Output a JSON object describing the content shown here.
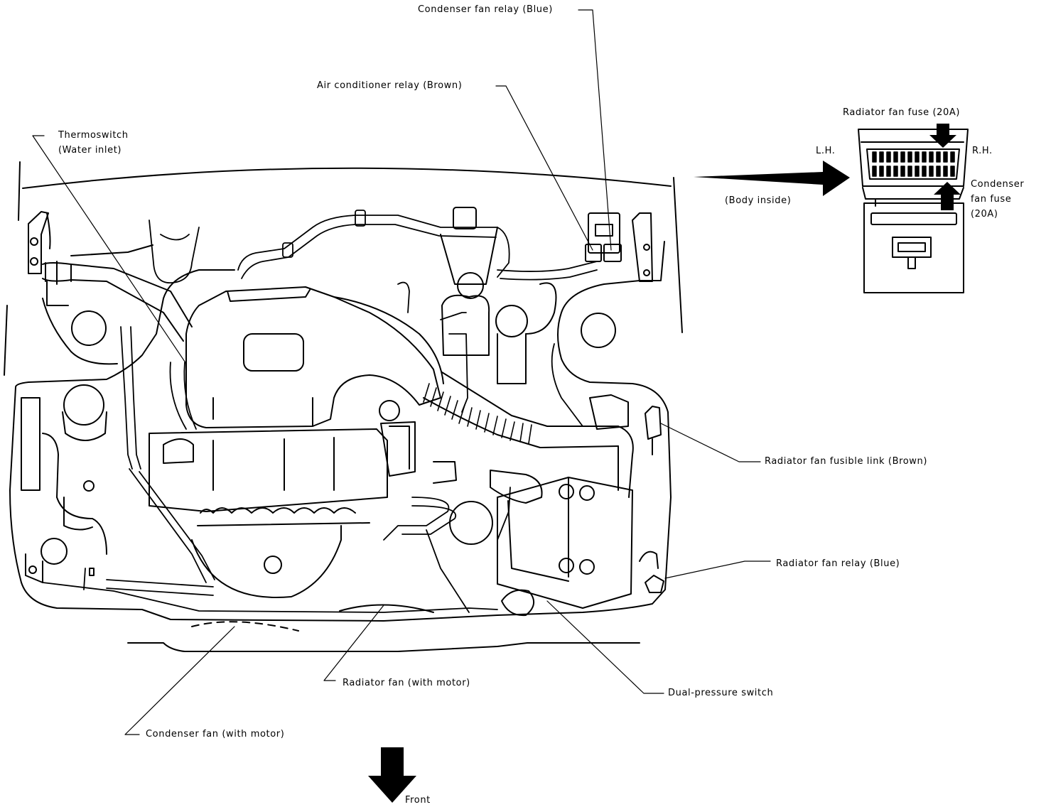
{
  "colors": {
    "ink": "#000000",
    "paper": "#ffffff"
  },
  "labels": {
    "condenser_fan_relay": "Condenser fan relay (Blue)",
    "air_conditioner_relay": "Air conditioner relay (Brown)",
    "thermoswitch_line1": "Thermoswitch",
    "thermoswitch_line2": "(Water inlet)",
    "radiator_fan_fusible_link": "Radiator fan fusible link (Brown)",
    "radiator_fan_relay": "Radiator fan relay (Blue)",
    "dual_pressure_switch": "Dual-pressure switch",
    "radiator_fan": "Radiator fan (with motor)",
    "condenser_fan": "Condenser fan (with motor)",
    "front": "Front"
  },
  "fuse_box": {
    "radiator_fan_fuse": "Radiator fan fuse (20A)",
    "lh": "L.H.",
    "rh": "R.H.",
    "body_inside": "(Body inside)",
    "condenser_fuse_line1": "Condenser",
    "condenser_fuse_line2": "fan fuse",
    "condenser_fuse_line3": "(20A)"
  }
}
